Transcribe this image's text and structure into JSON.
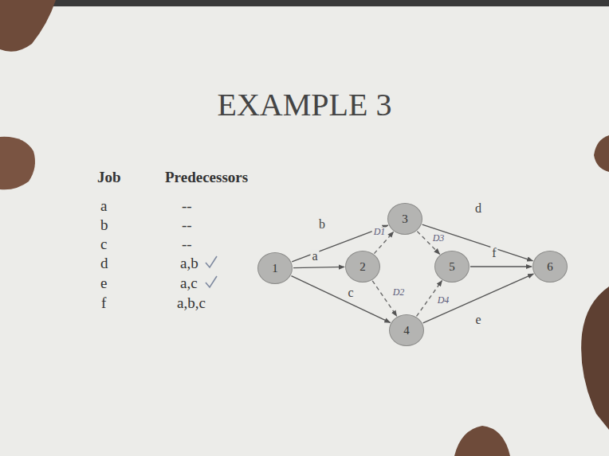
{
  "diagram": {
    "title": "EXAMPLE 3",
    "nodes": [
      {
        "text": [
          "1"
        ]
      },
      {
        "text": [
          "2"
        ]
      },
      {
        "text": [
          "3"
        ]
      },
      {
        "text": [
          "4"
        ]
      },
      {
        "text": [
          "5"
        ]
      },
      {
        "text": [
          "6"
        ]
      }
    ],
    "edges": [
      {
        "from": 0,
        "to": 2,
        "arrow": "to",
        "label": "b"
      },
      {
        "from": 0,
        "to": 1,
        "arrow": "to",
        "label": "a"
      },
      {
        "from": 0,
        "to": 3,
        "arrow": "to",
        "label": "c"
      },
      {
        "from": 1,
        "to": 2,
        "arrow": "to",
        "label": "D1"
      },
      {
        "from": 1,
        "to": 3,
        "arrow": "to",
        "label": "D2"
      },
      {
        "from": 2,
        "to": 4,
        "arrow": "to",
        "label": "D3"
      },
      {
        "from": 3,
        "to": 4,
        "arrow": "to",
        "label": "D4"
      },
      {
        "from": 2,
        "to": 5,
        "arrow": "to",
        "label": "d"
      },
      {
        "from": 4,
        "to": 5,
        "arrow": "to",
        "label": "f"
      },
      {
        "from": 3,
        "to": 5,
        "arrow": "to",
        "label": "e"
      }
    ],
    "labels": [
      "Job",
      "Predecessors",
      "a",
      "--",
      "b",
      "--",
      "c",
      "--",
      "d",
      "a,b",
      "e",
      "a,c",
      "f",
      "a,b,c"
    ]
  }
}
